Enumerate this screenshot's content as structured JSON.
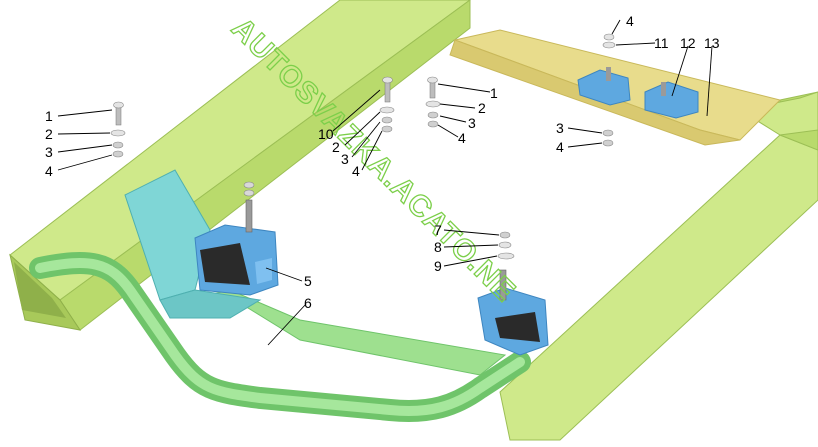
{
  "watermark": "AUTOSVAZKA.ACATO.NE",
  "colors": {
    "frame": "#cfe98a",
    "frame_dark": "#a8c95a",
    "crossmember": "#e8dc8c",
    "tube": "#8fdc8a",
    "bracket": "#7fd6d6",
    "mount_blue": "#5ea8e0",
    "rubber": "#2a2a2a",
    "watermark": "#7ccf4a"
  },
  "callouts": [
    {
      "id": "c1a",
      "text": "1"
    },
    {
      "id": "c2a",
      "text": "2"
    },
    {
      "id": "c3a",
      "text": "3"
    },
    {
      "id": "c4a",
      "text": "4"
    },
    {
      "id": "c10",
      "text": "10"
    },
    {
      "id": "c2b",
      "text": "2"
    },
    {
      "id": "c3b",
      "text": "3"
    },
    {
      "id": "c4b",
      "text": "4"
    },
    {
      "id": "c1c",
      "text": "1"
    },
    {
      "id": "c2c",
      "text": "2"
    },
    {
      "id": "c3c",
      "text": "3"
    },
    {
      "id": "c4c",
      "text": "4"
    },
    {
      "id": "c4d",
      "text": "4"
    },
    {
      "id": "c11",
      "text": "11"
    },
    {
      "id": "c12",
      "text": "12"
    },
    {
      "id": "c13",
      "text": "13"
    },
    {
      "id": "c3e",
      "text": "3"
    },
    {
      "id": "c4e",
      "text": "4"
    },
    {
      "id": "c5",
      "text": "5"
    },
    {
      "id": "c6",
      "text": "6"
    },
    {
      "id": "c7",
      "text": "7"
    },
    {
      "id": "c8",
      "text": "8"
    },
    {
      "id": "c9",
      "text": "9"
    }
  ]
}
